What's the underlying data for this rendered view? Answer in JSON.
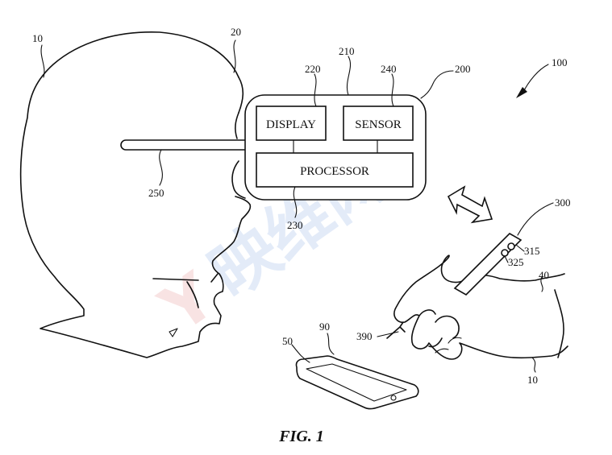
{
  "figure": {
    "caption": "FIG. 1",
    "watermark": "映维网",
    "watermark_logo": "Y"
  },
  "blocks": {
    "display": "DISPLAY",
    "sensor": "SENSOR",
    "processor": "PROCESSOR"
  },
  "refs": {
    "user": "10",
    "hmd": "20",
    "hand": "40",
    "tablet": "50",
    "screen": "90",
    "system": "100",
    "device": "200",
    "block210": "210",
    "display_ref": "220",
    "processor_ref": "230",
    "sensor_ref": "240",
    "strap": "250",
    "pen": "300",
    "pen_btn1": "315",
    "pen_btn2": "325",
    "pen_tip": "390",
    "hand_user": "10"
  }
}
